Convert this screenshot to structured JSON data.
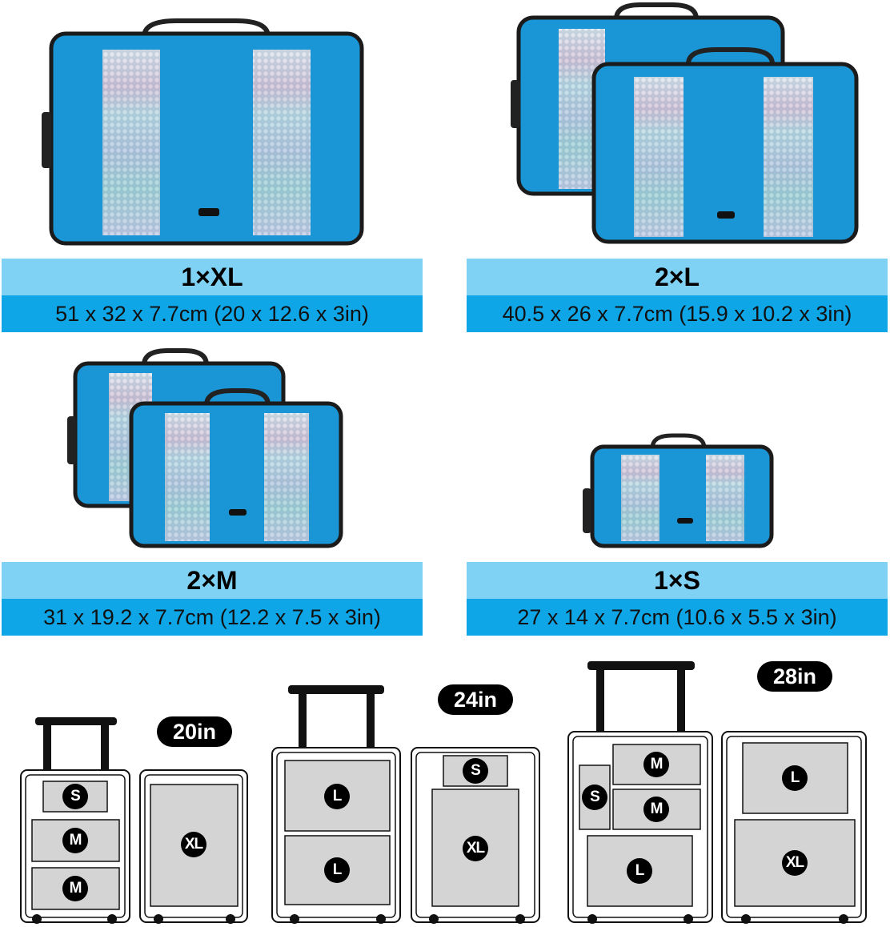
{
  "products": [
    {
      "title": "1×XL",
      "dims": "51 x 32 x 7.7cm (20 x 12.6 x 3in)"
    },
    {
      "title": "2×L",
      "dims": "40.5 x 26 x 7.7cm (15.9 x 10.2 x 3in)"
    },
    {
      "title": "2×M",
      "dims": "31 x 19.2 x 7.7cm (12.2 x 7.5 x 3in)"
    },
    {
      "title": "1×S",
      "dims": "27 x 14 x 7.7cm (10.6 x 5.5 x 3in)"
    }
  ],
  "luggage": [
    {
      "size": "20in",
      "left_cubes": [
        "S",
        "M",
        "M"
      ],
      "right_cubes": [
        "XL"
      ]
    },
    {
      "size": "24in",
      "left_cubes": [
        "L",
        "L"
      ],
      "right_cubes": [
        "S",
        "XL"
      ]
    },
    {
      "size": "28in",
      "left_cubes": [
        "M",
        "S",
        "M",
        "L"
      ],
      "right_cubes": [
        "L",
        "XL"
      ]
    }
  ],
  "colors": {
    "cube_blue": "#1a95d6",
    "mesh": "#c9d3dc",
    "label_light": "#7fd2f3",
    "label_dark": "#0fa6e7",
    "cube_slot": "#d4d4d4"
  },
  "icons": [
    "packing-cube-xl",
    "packing-cube-l",
    "packing-cube-m",
    "packing-cube-s",
    "suitcase-icon"
  ]
}
